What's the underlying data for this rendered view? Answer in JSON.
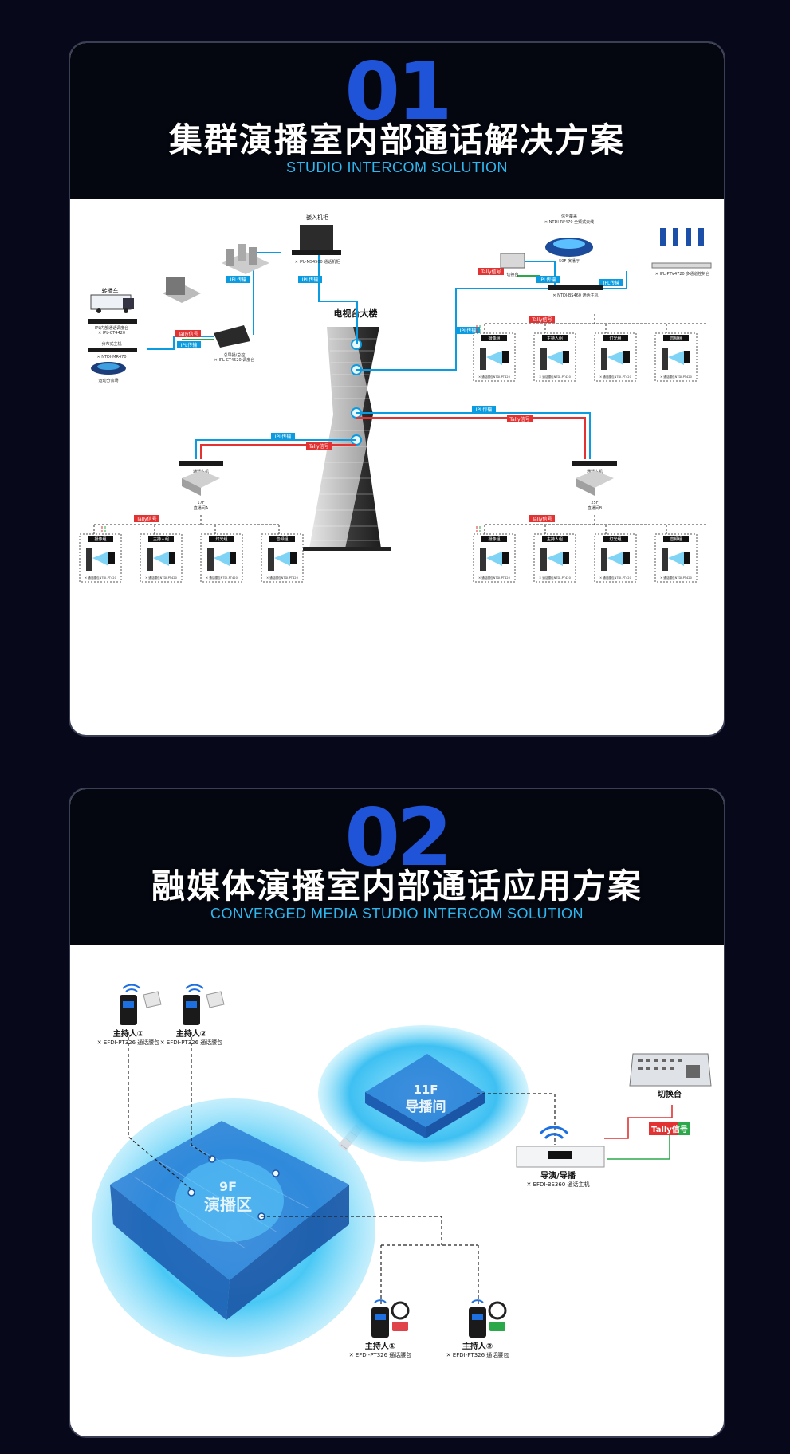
{
  "section1": {
    "number": "01",
    "title": "集群演播室内部通话解决方案",
    "subtitle": "STUDIO INTERCOM SOLUTION",
    "building_label": "电视台大楼",
    "nodes": {
      "rack": "嵌入机柜",
      "rack_model": "✕ IPL-MS4500 通话机柜",
      "broadcast_van": "转播车",
      "van_panel": "IPL内部通话调度台",
      "van_panel_model": "✕ IPL-CT4420",
      "dist_host": "分布式主机",
      "dist_host_model": "✕ NTDI-MR470",
      "stadium": "运动分会场",
      "master_ctrl": "总导播/总控",
      "master_ctrl_model": "✕ IPL-CT4520 调度台",
      "signal_cover": "信号覆盖",
      "signal_cover_model": "✕ NTDI-RF470 全频式天线",
      "hall_50f": "50F 演播厅",
      "switcher": "切换台",
      "host_right_model": "✕ NTDI-BS460 通话主机",
      "panel_right_model": "✕ IPL-PTV4720 多通道控制台",
      "studio_17f": "17F",
      "studio_17f_name": "直播间A",
      "studio_25f": "25F",
      "studio_25f_name": "直播间B",
      "host_label": "通话主机"
    },
    "links": {
      "ipl": "IPL传输",
      "tally": "Tally信号"
    },
    "groups": [
      "摄像组",
      "主持人组",
      "灯光组",
      "音频组"
    ],
    "group_model": "✕ 通话腰包NTDI-PT420"
  },
  "section2": {
    "number": "02",
    "title": "融媒体演播室内部通话应用方案",
    "subtitle": "CONVERGED MEDIA STUDIO INTERCOM SOLUTION",
    "hosts": [
      {
        "name": "主持人①",
        "model": "✕ EFDI-PT326 通话腰包"
      },
      {
        "name": "主持人②",
        "model": "✕ EFDI-PT326 通话腰包"
      },
      {
        "name": "主持人①",
        "model": "✕ EFDI-PT326 通话腰包"
      },
      {
        "name": "主持人②",
        "model": "✕ EFDI-PT326 通话腰包"
      }
    ],
    "studio_floor": "9F",
    "studio_name": "演播区",
    "control_floor": "11F",
    "control_name": "导播间",
    "switcher": "切换台",
    "tally": "Tally信号",
    "director": "导演/导播",
    "director_model": "✕ EFDI-BS360 通话主机"
  },
  "colors": {
    "accent_blue": "#1f54d8",
    "cyan": "#2fb8f0",
    "ipl": "#0a9be0",
    "tally_red": "#e23232",
    "tally_green": "#2aa84a"
  }
}
